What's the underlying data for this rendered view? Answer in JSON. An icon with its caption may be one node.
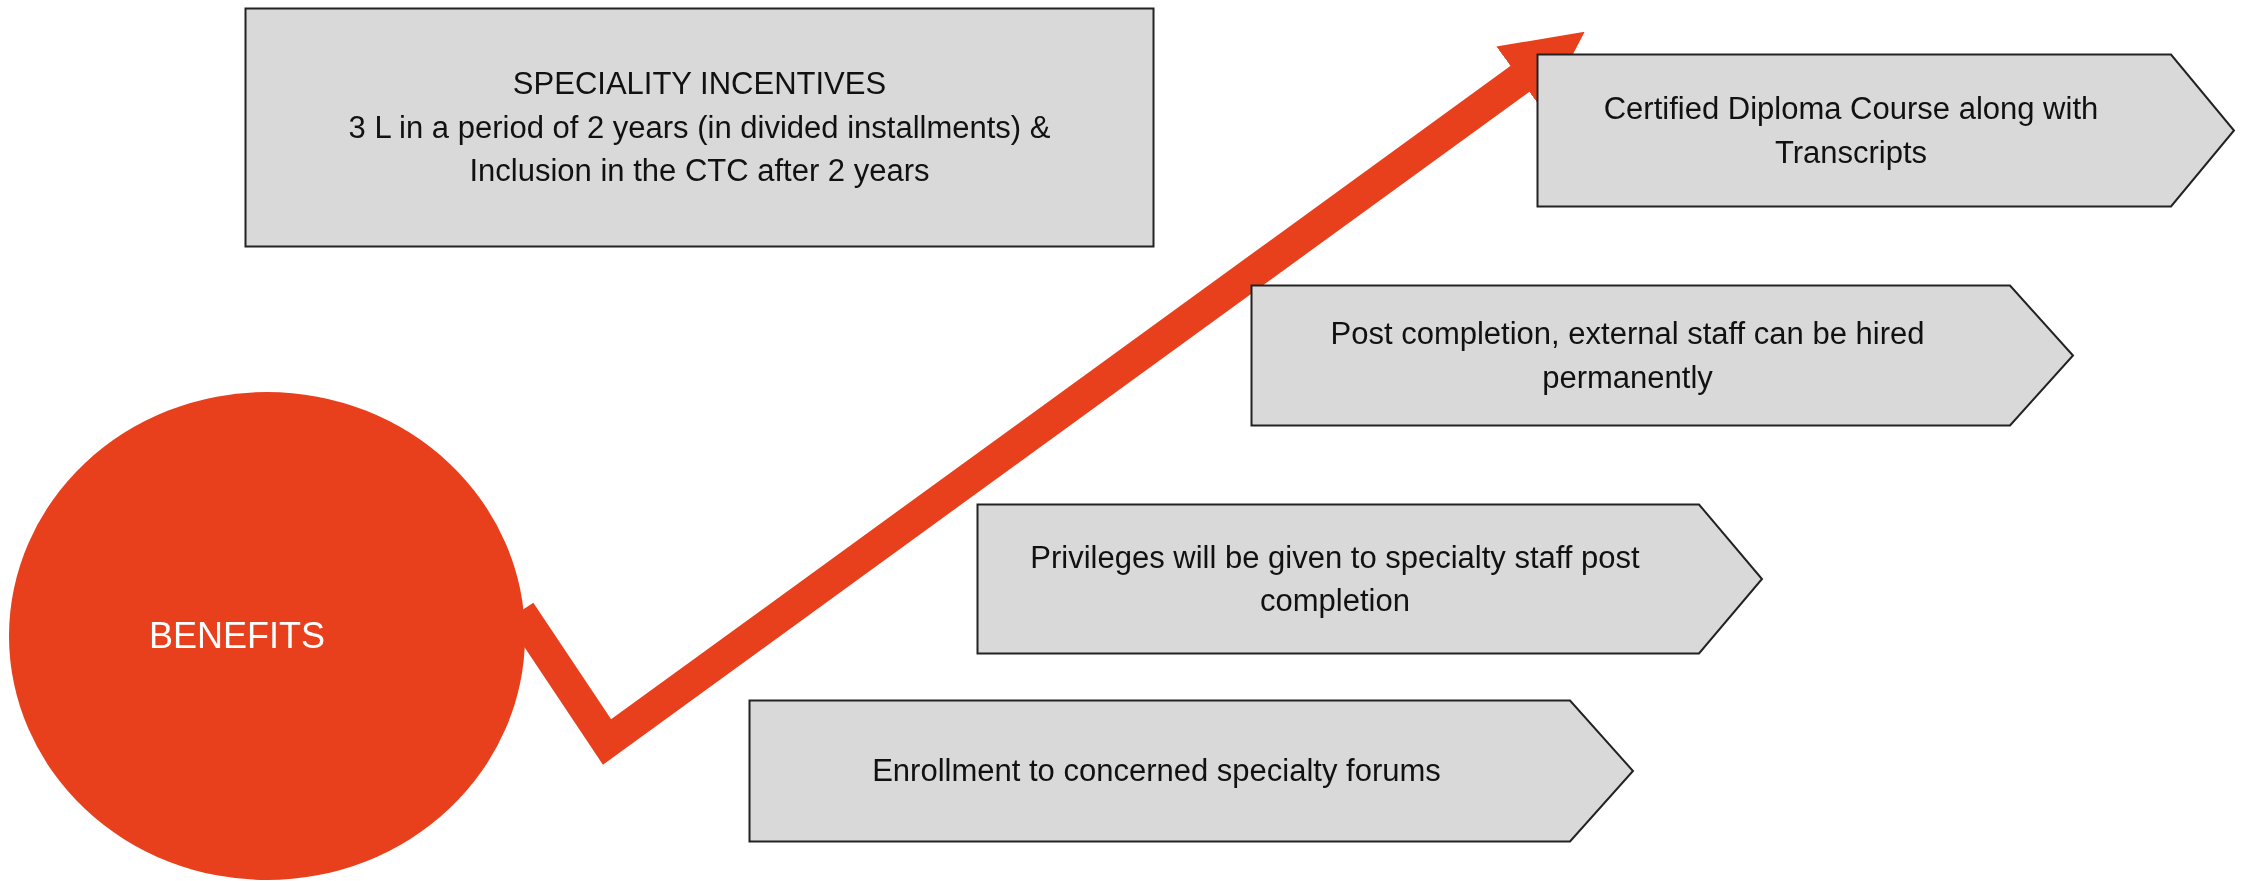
{
  "diagram": {
    "nodes": [
      {
        "text": [
          "BENEFITS"
        ]
      },
      {
        "text": [
          "SPECIALITY INCENTIVES",
          "3 L in a period of 2 years (in divided installments) & Inclusion in the CTC after 2 years"
        ]
      },
      {
        "text": [
          "Certified Diploma Course along with Transcripts"
        ]
      },
      {
        "text": [
          "Post completion, external staff can be hired permanently"
        ]
      },
      {
        "text": [
          "Privileges will be given to specialty staff post completion"
        ]
      },
      {
        "text": [
          "Enrollment to concerned specialty forums"
        ]
      }
    ],
    "edges": [
      {
        "from": 0,
        "to": 2,
        "arrow": "to"
      }
    ]
  }
}
